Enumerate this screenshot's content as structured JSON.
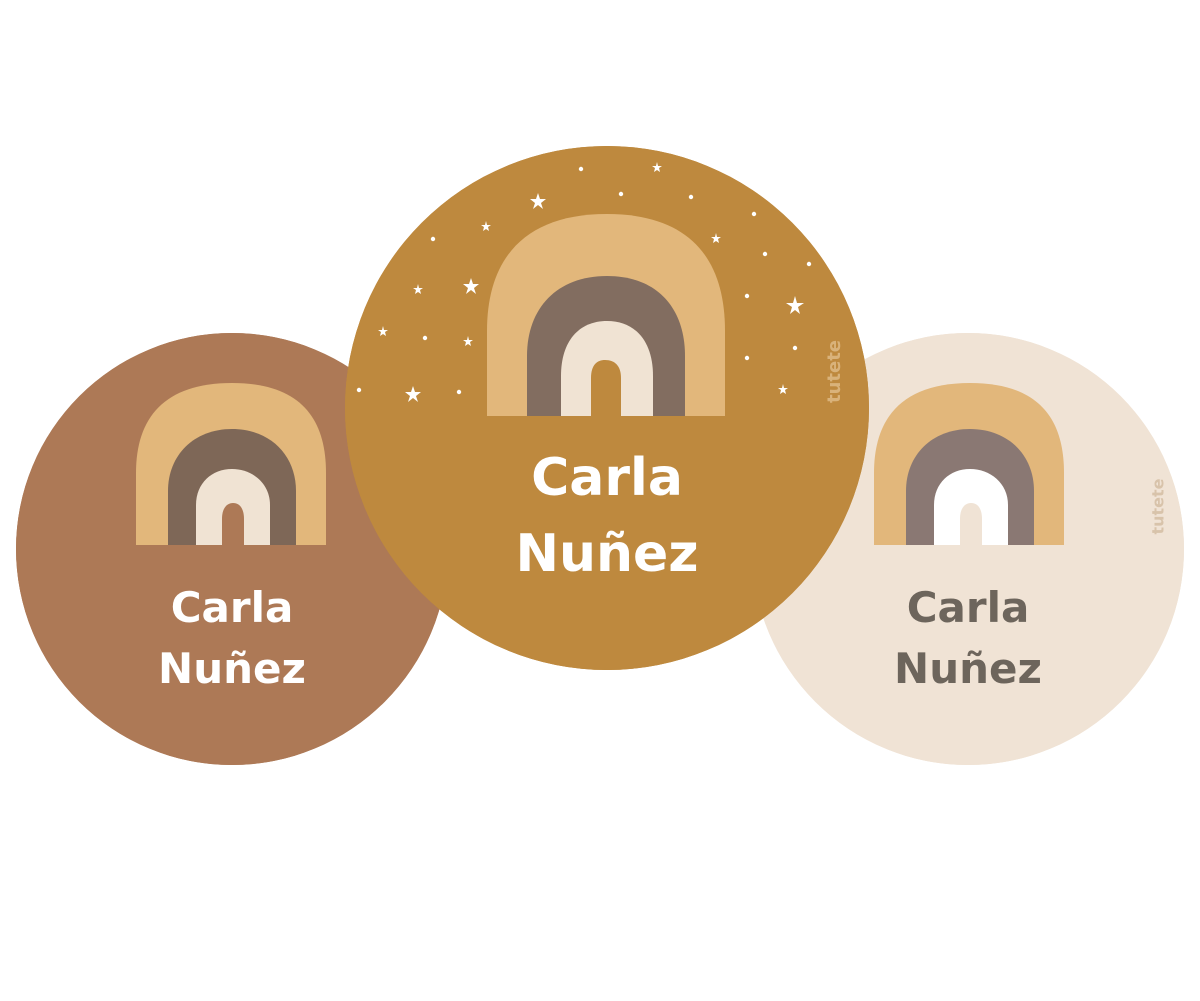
{
  "stickers": [
    {
      "id": "left",
      "name_line1": "Carla",
      "name_line2": "Nuñez",
      "brand": "",
      "colors": {
        "background": "#ad7956",
        "arc_outer": "#e2b77b",
        "arc_middle": "#7e6757",
        "arc_inner": "#f0e3d3",
        "text": "#ffffff"
      }
    },
    {
      "id": "center",
      "name_line1": "Carla",
      "name_line2": "Nuñez",
      "brand": "tutete",
      "colors": {
        "background": "#be893e",
        "arc_outer": "#e2b77b",
        "arc_middle": "#826d60",
        "arc_inner": "#f0e3d3",
        "text": "#ffffff",
        "stars": "#ffffff",
        "brand": "#d9b27a"
      }
    },
    {
      "id": "right",
      "name_line1": "Carla",
      "name_line2": "Nuñez",
      "brand": "tutete",
      "colors": {
        "background": "#f0e3d5",
        "arc_outer": "#e2b77b",
        "arc_middle": "#8a7873",
        "arc_inner": "#ffffff",
        "text": "#6d655c",
        "brand": "#d8c3aa"
      }
    }
  ]
}
